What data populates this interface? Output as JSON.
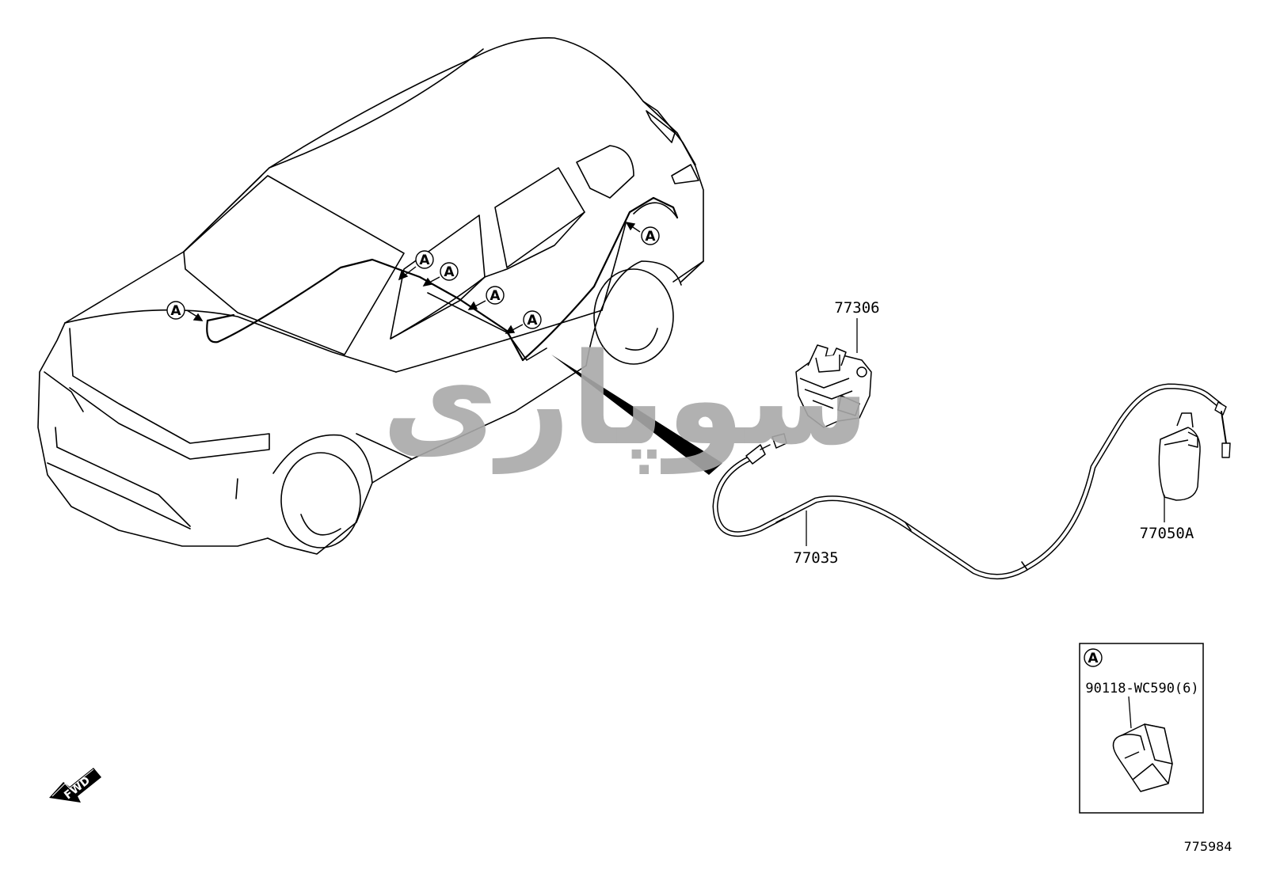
{
  "diagram": {
    "part_labels": {
      "latch": "77306",
      "cable": "77035",
      "lid_opener": "77050A"
    },
    "ref_marker": "A",
    "inset": {
      "marker": "A",
      "clip_part": "90118-WC590(6)"
    },
    "fwd_label": "FWD",
    "illustration_number": "775984",
    "watermark": "سوپاری",
    "colors": {
      "line": "#000000",
      "background": "#ffffff",
      "watermark": "#a9a9a9"
    }
  }
}
